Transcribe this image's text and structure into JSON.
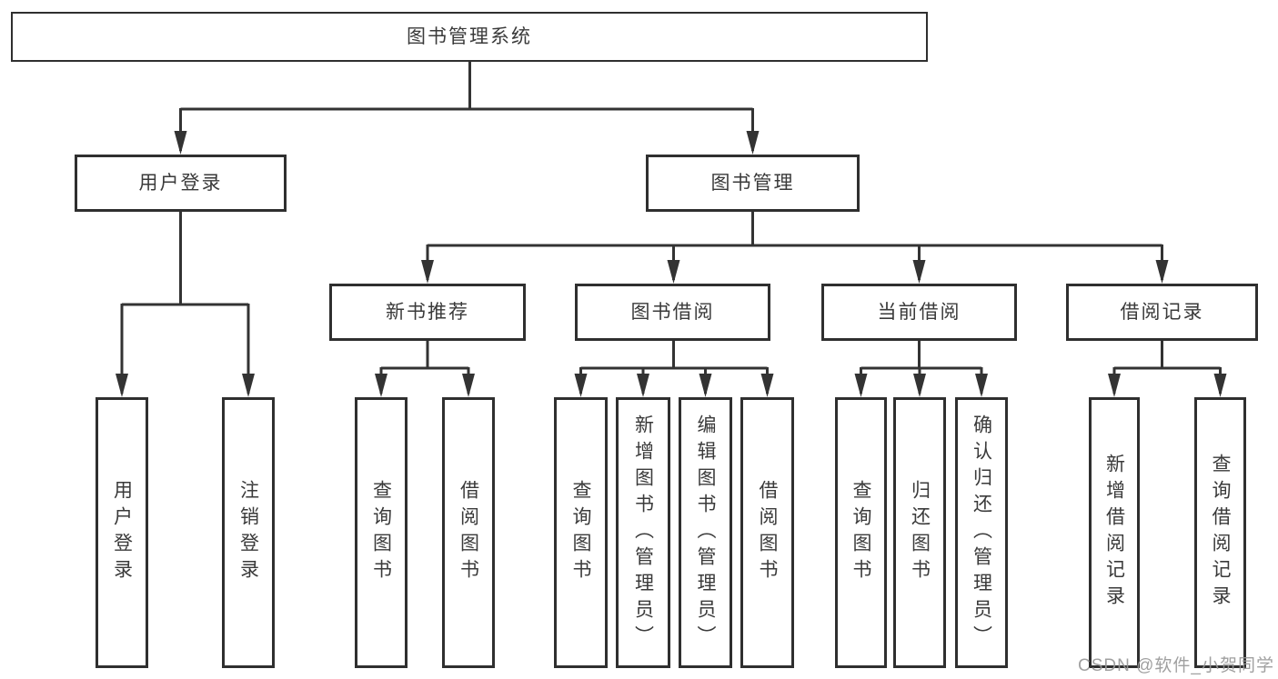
{
  "tree": {
    "label": "图书管理系统",
    "children": [
      {
        "label": "用户登录",
        "children": [
          {
            "label": "用户登录"
          },
          {
            "label": "注销登录"
          }
        ]
      },
      {
        "label": "图书管理",
        "children": [
          {
            "label": "新书推荐",
            "children": [
              {
                "label": "查询图书"
              },
              {
                "label": "借阅图书"
              }
            ]
          },
          {
            "label": "图书借阅",
            "children": [
              {
                "label": "查询图书"
              },
              {
                "label": "新增图书（管理员）"
              },
              {
                "label": "编辑图书（管理员）"
              },
              {
                "label": "借阅图书"
              }
            ]
          },
          {
            "label": "当前借阅",
            "children": [
              {
                "label": "查询图书"
              },
              {
                "label": "归还图书"
              },
              {
                "label": "确认归还（管理员）"
              }
            ]
          },
          {
            "label": "借阅记录",
            "children": [
              {
                "label": "新增借阅记录"
              },
              {
                "label": "查询借阅记录"
              }
            ]
          }
        ]
      }
    ]
  },
  "watermark": {
    "text": "CSDN @软件_小贺同学"
  },
  "colors": {
    "line": "#333333",
    "box_border": "#2f2f2f",
    "text": "#3a3a3a",
    "watermark": "#989898",
    "background": "#ffffff"
  }
}
